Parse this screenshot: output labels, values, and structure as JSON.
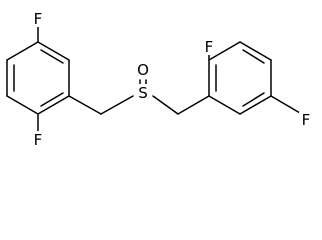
{
  "molecule": {
    "atoms": {
      "fluorine_top_left": "F",
      "fluorine_bottom_left": "F",
      "sulfur": "S",
      "oxygen": "O",
      "fluorine_top_right": "F",
      "fluorine_bottom_right": "F"
    }
  }
}
